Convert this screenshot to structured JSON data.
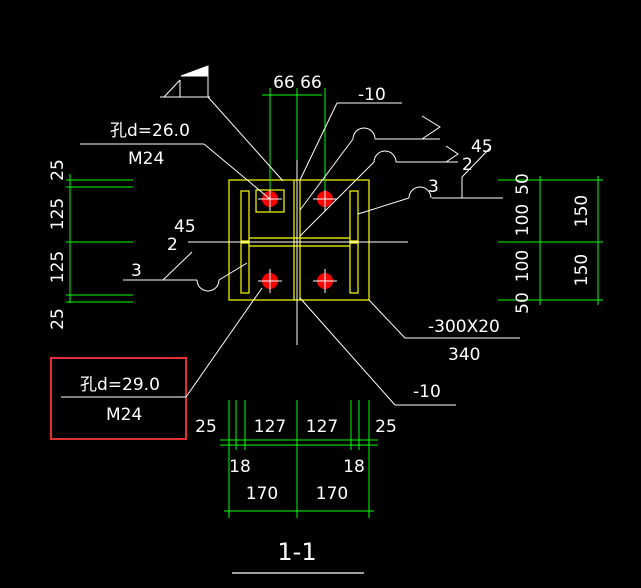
{
  "drawing": {
    "section_title": "1-1",
    "colors": {
      "background": "#000000",
      "line": "#ffffff",
      "dim": "#00ff00",
      "plate": "#ffff00",
      "bolt_fill": "#ff0000",
      "highlight_box": "#e03030"
    },
    "top_dims": [
      "66",
      "66"
    ],
    "plate_callouts": {
      "top_plate": "-10",
      "bottom_plate": "-10",
      "side_plate": "-300X20",
      "side_plate_length": "340"
    },
    "weld_symbols": {
      "left_size": "45",
      "left_leg": "2",
      "left_n": "3",
      "right_size": "45",
      "right_leg": "2",
      "right_n": "3"
    },
    "bolt_callouts": {
      "upper_hole": "孔d=26.0",
      "upper_bolt": "M24",
      "lower_hole": "孔d=29.0",
      "lower_bolt": "M24"
    },
    "left_dims": [
      "25",
      "125",
      "125",
      "25"
    ],
    "right_inner_dims": [
      "50",
      "100",
      "100",
      "50"
    ],
    "right_outer_dims": [
      "150",
      "150"
    ],
    "bottom_dims_row1": [
      "25",
      "127",
      "127",
      "25"
    ],
    "bottom_dims_row2": [
      "18",
      "18"
    ],
    "bottom_dims_row3": [
      "170",
      "170"
    ]
  }
}
